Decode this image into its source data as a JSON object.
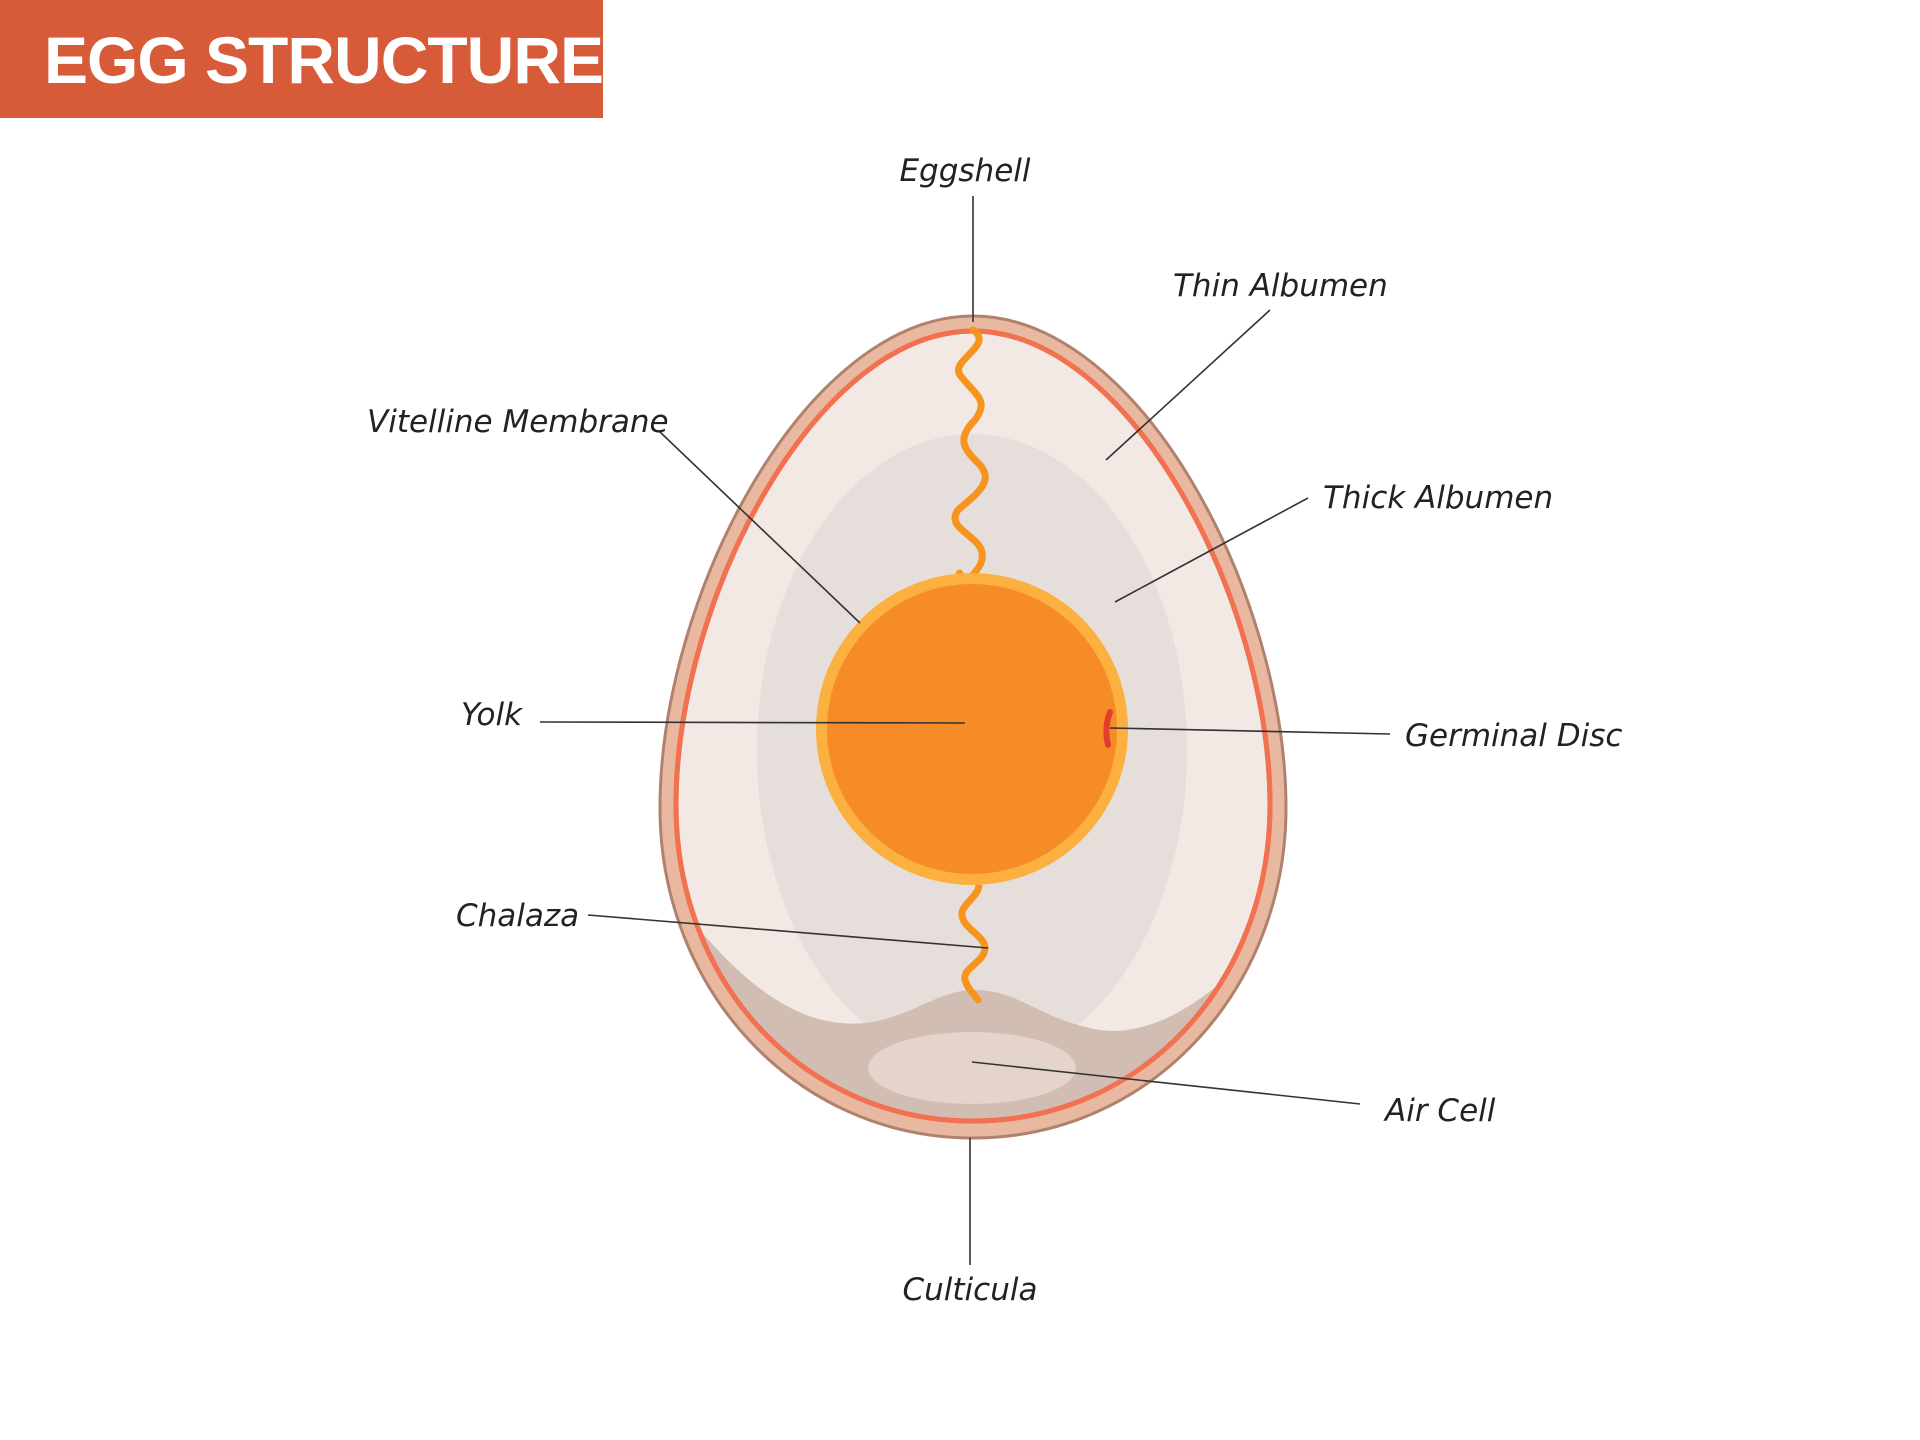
{
  "title": "EGG STRUCTURE",
  "labels": {
    "eggshell": "Eggshell",
    "thin_albumen": "Thin Albumen",
    "vitelline_membrane": "Vitelline Membrane",
    "thick_albumen": "Thick Albumen",
    "yolk": "Yolk",
    "germinal_disc": "Germinal Disc",
    "chalaza": "Chalaza",
    "air_cell": "Air Cell",
    "culticula": "Culticula"
  },
  "colors": {
    "banner": "#d75b39",
    "shell": "#e8b8a1",
    "membrane": "#f27150",
    "thin_albumen": "#f2e8e4",
    "thick_albumen": "#e6deda",
    "air_space": "#d1bdb1",
    "yolk": "#f68c28",
    "yolk_ring": "#fbb040",
    "germinal_disc": "#e63c2f"
  }
}
